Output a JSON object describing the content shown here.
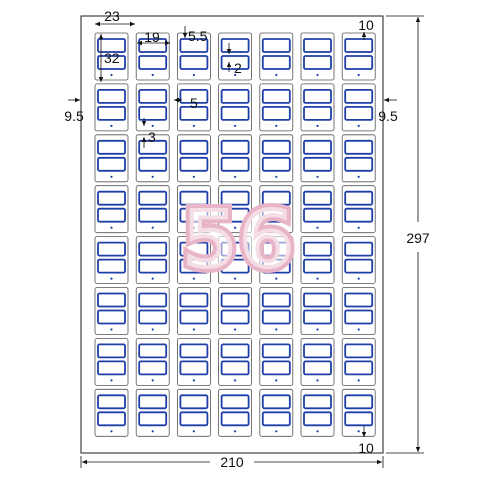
{
  "sheet": {
    "columns": 7,
    "rows": 8,
    "colors": {
      "outline": "#444444",
      "label_border": "#555555",
      "label_frame": "#1f3fa8",
      "dimension": "#111111",
      "watermark": "#e8b4c8"
    }
  },
  "watermark": {
    "text": "56"
  },
  "dimensions": {
    "label_width": "23",
    "label_height": "32",
    "inner_width": "19",
    "inner_top_gap": "5.5",
    "inner_gap": "2",
    "left_margin": "9.5",
    "right_margin": "9.5",
    "column_gap": "5",
    "row_gap": "3",
    "top_margin": "10",
    "bottom_margin": "10",
    "sheet_width": "210",
    "sheet_height": "297"
  }
}
